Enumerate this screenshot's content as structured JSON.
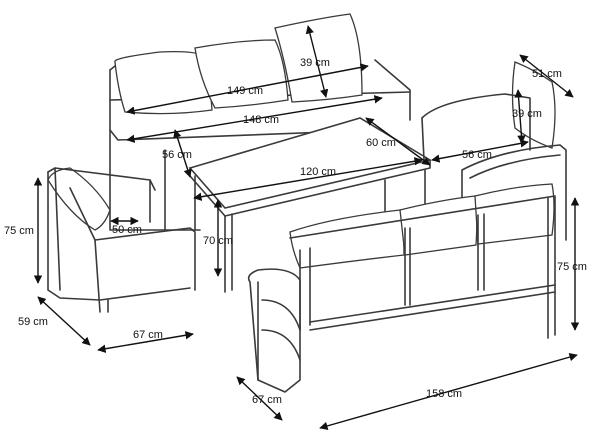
{
  "labels": {
    "sofa_width": "149 cm",
    "sofa_inner": "148 cm",
    "sofa_cushion": "39 cm",
    "sofa_depth": "56 cm",
    "table_width": "120 cm",
    "table_depth": "60 cm",
    "table_height": "70 cm",
    "chair_r_width": "51 cm",
    "chair_r_cushion": "39 cm",
    "chair_r_depth": "56 cm",
    "chair_l_height": "75 cm",
    "chair_l_seat": "50 cm",
    "chair_l_depth": "59 cm",
    "chair_l_width": "67 cm",
    "bench_height": "75 cm",
    "bench_depth": "67 cm",
    "bench_width": "158 cm"
  }
}
